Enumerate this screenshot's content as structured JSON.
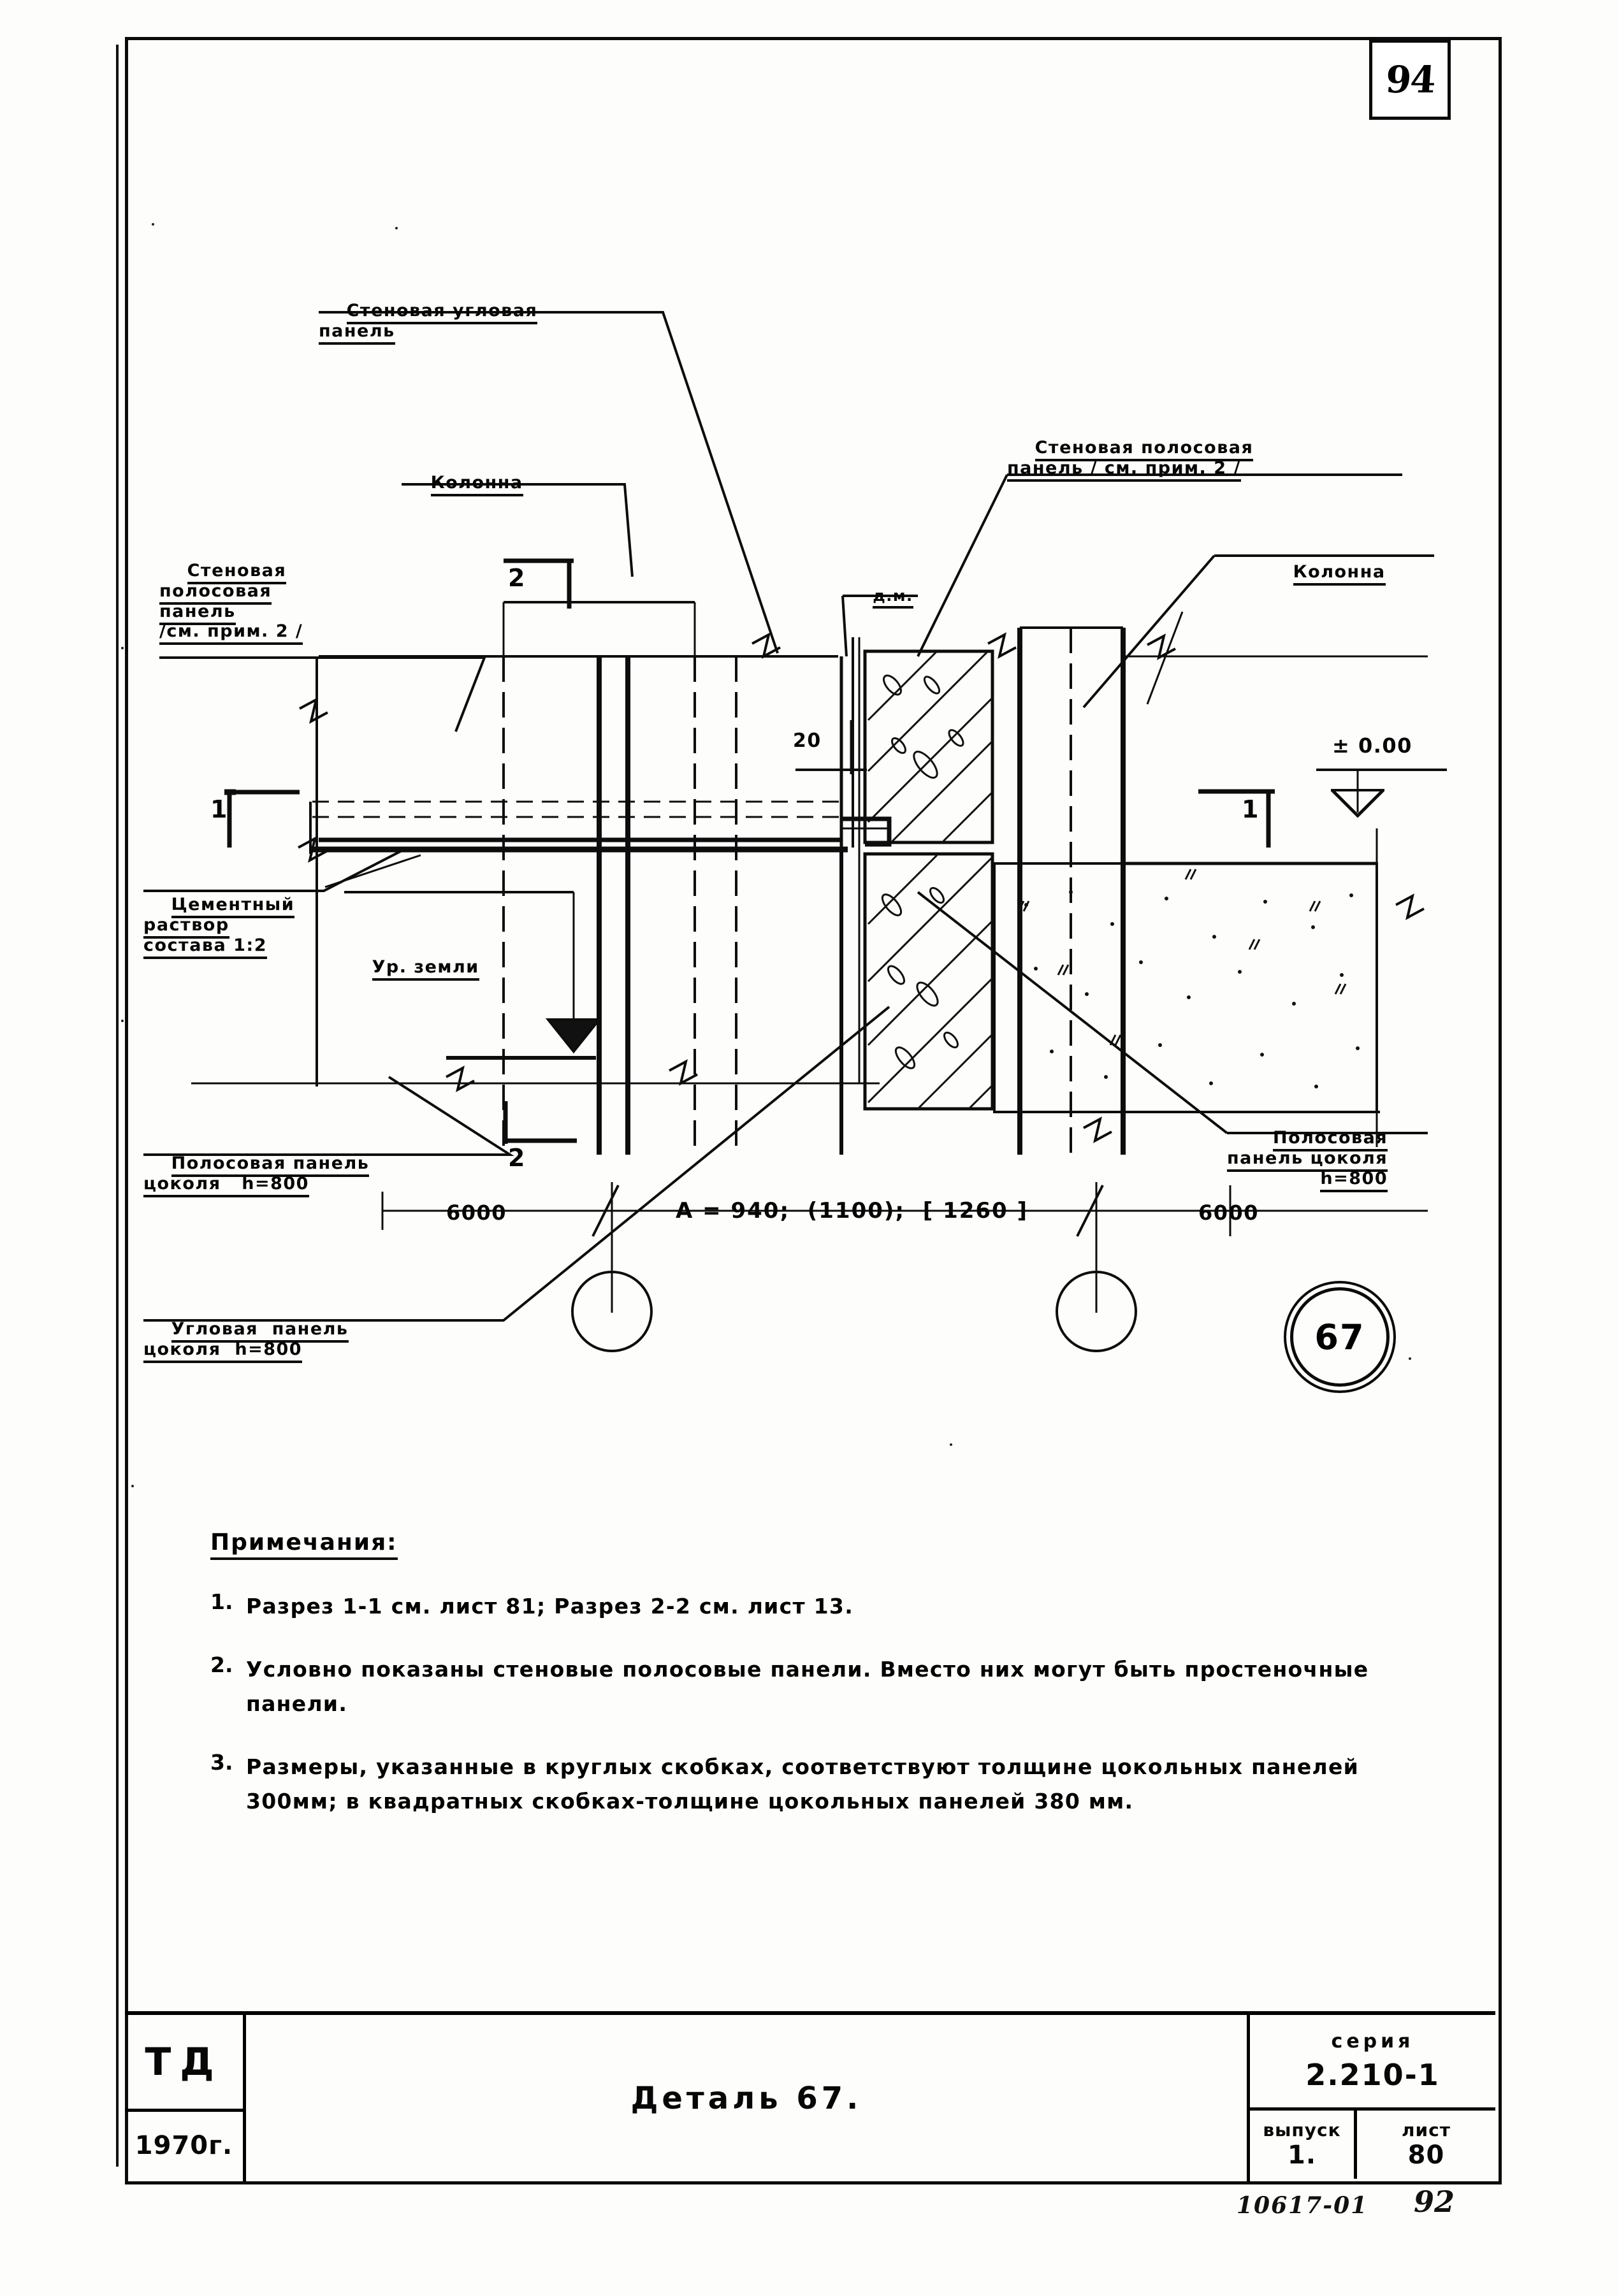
{
  "sheet": {
    "page_number_top_right": "94",
    "detail_bubble": "67",
    "bottom_stamp_code": "10617-01",
    "bottom_stamp_page": "92"
  },
  "callouts": {
    "wall_corner_panel": "Стеновая угловая\nпанель",
    "column_top": "Колонна",
    "column_right": "Колонна",
    "wall_strip_panel_left": "Стеновая\nполосовая\nпанель\n/см. прим. 2 /",
    "wall_strip_panel_right": "Стеновая полосовая\nпанель / см. прим. 2 /",
    "cement_mortar": "Цементный\nраствор\nсостава 1:2",
    "ground_level": "Ур. земли",
    "strip_plinth_panel_left": "Полосовая панель\nцоколя   h=800",
    "corner_plinth_panel": "Угловая  панель\nцоколя  h=800",
    "strip_plinth_panel_right": "Полосовая\nпанель цоколя\nh=800",
    "expansion_joint": "д.м."
  },
  "dimensions": {
    "left_span": "6000",
    "right_span": "6000",
    "axis_formula": "A = 940;  (1100);  [ 1260 ]",
    "joint_width": "20",
    "elevation_mark": "± 0.00",
    "section_mark_1": "1",
    "section_mark_1b": "1",
    "section_mark_2": "2",
    "section_mark_2b": "2"
  },
  "notes": {
    "title": "Примечания:",
    "items": [
      {
        "num": "1.",
        "text": "Разрез 1-1 см. лист 81;  Разрез 2-2  см. лист 13."
      },
      {
        "num": "2.",
        "text": "Условно  показаны  стеновые  полосовые  панели.   Вместо\nних  могут  быть   простеночные    панели."
      },
      {
        "num": "3.",
        "text": "Размеры,  указанные  в  круглых  скобках, соответствуют  толщине\nцокольных   панелей   300мм;  в  квадратных  скобках-толщине\nцокольных    панелей    380 мм."
      }
    ]
  },
  "title_block": {
    "org": "ТД",
    "year": "1970г.",
    "detail_name": "Деталь 67.",
    "series_word": "серия",
    "series_number": "2.210-1",
    "issue_word": "выпуск",
    "issue_number": "1.",
    "sheet_word": "лист",
    "sheet_number": "80"
  }
}
